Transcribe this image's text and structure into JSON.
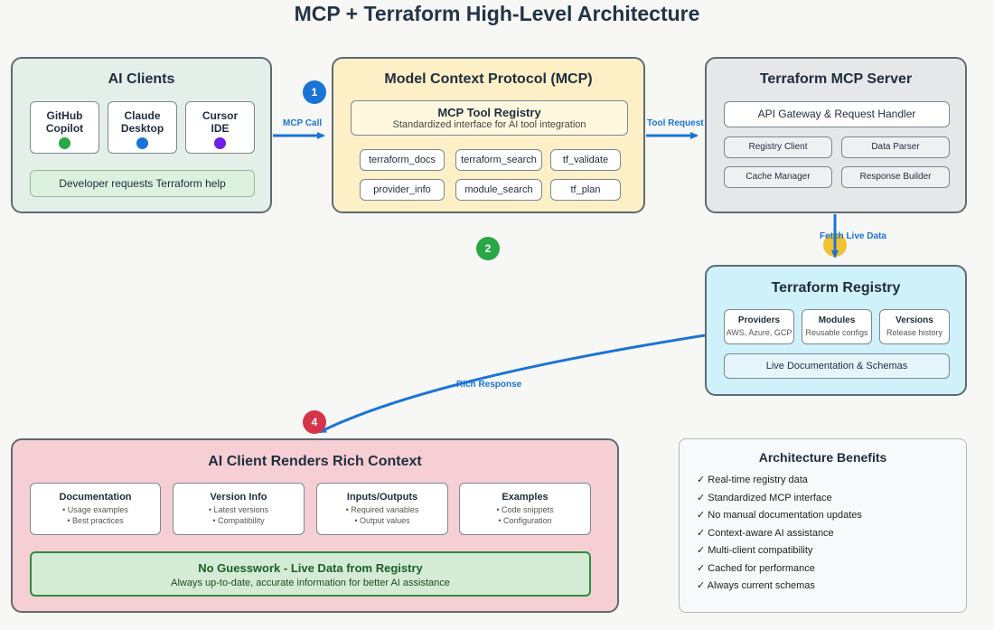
{
  "title": "MCP + Terraform High-Level Architecture",
  "colors": {
    "arrow": "#1a74d6",
    "badge_1": "#1a74d6",
    "badge_2": "#28a745",
    "badge_4": "#d63447",
    "fetch_badge": "#f2c12e",
    "dot_copilot": "#28a745",
    "dot_claude": "#1a74d6",
    "dot_cursor": "#6f1ee8"
  },
  "ai_clients": {
    "title": "AI Clients",
    "clients": [
      {
        "line1": "GitHub",
        "line2": "Copilot",
        "dot": "dot_copilot"
      },
      {
        "line1": "Claude",
        "line2": "Desktop",
        "dot": "dot_claude"
      },
      {
        "line1": "Cursor",
        "line2": "IDE",
        "dot": "dot_cursor"
      }
    ],
    "request": "Developer requests Terraform help"
  },
  "mcp": {
    "title": "Model Context Protocol (MCP)",
    "registry_title": "MCP Tool Registry",
    "registry_subtitle": "Standardized interface for AI tool integration",
    "tools": [
      "terraform_docs",
      "terraform_search",
      "tf_validate",
      "provider_info",
      "module_search",
      "tf_plan"
    ]
  },
  "server": {
    "title": "Terraform MCP Server",
    "gateway": "API Gateway & Request Handler",
    "components": [
      "Registry Client",
      "Data Parser",
      "Cache Manager",
      "Response Builder"
    ]
  },
  "registry": {
    "title": "Terraform Registry",
    "items": [
      {
        "name": "Providers",
        "desc": "AWS, Azure, GCP"
      },
      {
        "name": "Modules",
        "desc": "Reusable configs"
      },
      {
        "name": "Versions",
        "desc": "Release history"
      }
    ],
    "live_docs": "Live Documentation & Schemas"
  },
  "render": {
    "title": "AI Client Renders Rich Context",
    "cards": [
      {
        "name": "Documentation",
        "lines": [
          "• Usage examples",
          "• Best practices"
        ]
      },
      {
        "name": "Version Info",
        "lines": [
          "• Latest versions",
          "• Compatibility"
        ]
      },
      {
        "name": "Inputs/Outputs",
        "lines": [
          "• Required variables",
          "• Output values"
        ]
      },
      {
        "name": "Examples",
        "lines": [
          "• Code snippets",
          "• Configuration"
        ]
      }
    ],
    "no_guess_title": "No Guesswork - Live Data from Registry",
    "no_guess_subtitle": "Always up-to-date, accurate information for better AI assistance"
  },
  "benefits": {
    "title": "Architecture Benefits",
    "items": [
      "✓ Real-time registry data",
      "✓ Standardized MCP interface",
      "✓ No manual documentation updates",
      "✓ Context-aware AI assistance",
      "✓ Multi-client compatibility",
      "✓ Cached for performance",
      "✓ Always current schemas"
    ]
  },
  "arrows": {
    "mcp_call": "MCP Call",
    "tool_request": "Tool Request",
    "fetch_live": "Fetch Live Data",
    "rich_response": "Rich Response"
  },
  "badges": [
    "1",
    "2",
    "4"
  ]
}
